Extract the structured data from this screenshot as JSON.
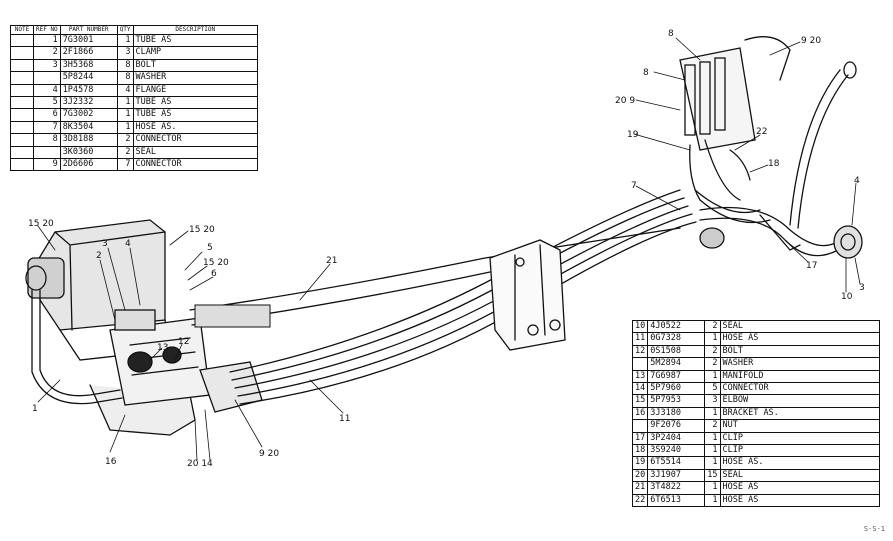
{
  "table_1": {
    "headers": {
      "note": "NOTE",
      "ref": "REF NO",
      "part": "PART NUMBER",
      "qty": "QTY",
      "desc": "DESCRIPTION"
    },
    "rows": [
      {
        "ref": "1",
        "part": "7G3001",
        "qty": "1",
        "desc": "TUBE AS"
      },
      {
        "ref": "2",
        "part": "2F1866",
        "qty": "3",
        "desc": "CLAMP"
      },
      {
        "ref": "3",
        "part": "3H5368",
        "qty": "8",
        "desc": "BOLT"
      },
      {
        "ref": "",
        "part": "5P8244",
        "qty": "8",
        "desc": "WASHER"
      },
      {
        "ref": "4",
        "part": "1P4578",
        "qty": "4",
        "desc": "FLANGE"
      },
      {
        "ref": "5",
        "part": "3J2332",
        "qty": "1",
        "desc": "TUBE AS"
      },
      {
        "ref": "6",
        "part": "7G3002",
        "qty": "1",
        "desc": "TUBE AS"
      },
      {
        "ref": "7",
        "part": "8K3504",
        "qty": "1",
        "desc": "HOSE AS."
      },
      {
        "ref": "8",
        "part": "3D8188",
        "qty": "2",
        "desc": "CONNECTOR"
      },
      {
        "ref": "",
        "part": "3K0360",
        "qty": "2",
        "desc": "SEAL"
      },
      {
        "ref": "9",
        "part": "2D6606",
        "qty": "7",
        "desc": "CONNECTOR"
      }
    ]
  },
  "table_2": {
    "rows": [
      {
        "ref": "10",
        "part": "4J0522",
        "qty": "2",
        "desc": "SEAL"
      },
      {
        "ref": "11",
        "part": "0G7328",
        "qty": "1",
        "desc": "HOSE AS"
      },
      {
        "ref": "12",
        "part": "0S1508",
        "qty": "2",
        "desc": "BOLT"
      },
      {
        "ref": "",
        "part": "5M2894",
        "qty": "2",
        "desc": "WASHER"
      },
      {
        "ref": "13",
        "part": "7G6987",
        "qty": "1",
        "desc": "MANIFOLD"
      },
      {
        "ref": "14",
        "part": "5P7960",
        "qty": "5",
        "desc": "CONNECTOR"
      },
      {
        "ref": "15",
        "part": "5P7953",
        "qty": "3",
        "desc": "ELBOW"
      },
      {
        "ref": "16",
        "part": "3J3180",
        "qty": "1",
        "desc": "BRACKET AS."
      },
      {
        "ref": "",
        "part": "9F2076",
        "qty": "2",
        "desc": "NUT"
      },
      {
        "ref": "17",
        "part": "3P2404",
        "qty": "1",
        "desc": "CLIP"
      },
      {
        "ref": "18",
        "part": "3S9240",
        "qty": "1",
        "desc": "CLIP"
      },
      {
        "ref": "19",
        "part": "6T5514",
        "qty": "1",
        "desc": "HOSE AS."
      },
      {
        "ref": "20",
        "part": "3J1907",
        "qty": "15",
        "desc": "SEAL"
      },
      {
        "ref": "21",
        "part": "3T4822",
        "qty": "1",
        "desc": "HOSE AS"
      },
      {
        "ref": "22",
        "part": "6T6513",
        "qty": "1",
        "desc": "HOSE AS"
      }
    ]
  },
  "callouts": {
    "c8a": "8",
    "c9_20a": "9  20",
    "c8b": "8",
    "c20_9": "20  9",
    "c19": "19",
    "c7": "7",
    "c22": "22",
    "c18": "18",
    "c4r": "4",
    "c17": "17",
    "c10": "10",
    "c3r": "3",
    "c15_20a": "15  20",
    "c3l": "3",
    "c4l": "4",
    "c15_20b": "15  20",
    "c5": "5",
    "c15_20c": "15  20",
    "c6": "6",
    "c2": "2",
    "c21": "21",
    "c13": "13",
    "c12": "12",
    "c1": "1",
    "c16": "16",
    "c20_14": "20  14",
    "c9_20b": "9  20",
    "c11": "11"
  },
  "drawing_id": "S-S-1"
}
